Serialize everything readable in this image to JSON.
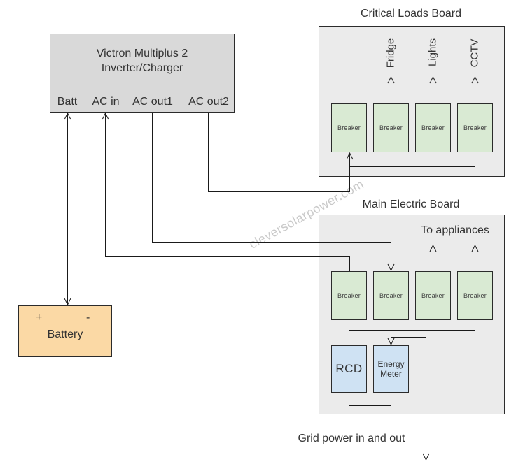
{
  "inverter": {
    "title_line1": "Victron Multiplus 2",
    "title_line2": "Inverter/Charger",
    "terminals": [
      "Batt",
      "AC in",
      "AC out1",
      "AC out2"
    ]
  },
  "battery": {
    "plus": "+",
    "minus": "-",
    "label": "Battery"
  },
  "critical_board": {
    "title": "Critical Loads Board",
    "load_labels": [
      "Fridge",
      "Lights",
      "CCTV"
    ],
    "breakers": [
      "Breaker",
      "Breaker",
      "Breaker",
      "Breaker"
    ]
  },
  "main_board": {
    "title": "Main Electric Board",
    "appliances_label": "To appliances",
    "breakers": [
      "Breaker",
      "Breaker",
      "Breaker",
      "Breaker"
    ],
    "rcd_label": "RCD",
    "energy_meter_label": "Energy Meter"
  },
  "grid_label": "Grid power in and out",
  "watermark": "cleversolarpower.com",
  "colors": {
    "board_fill": "#ebebeb",
    "inverter_fill": "#d9d9d9",
    "breaker_fill": "#d9ead3",
    "device_fill": "#cfe2f3",
    "battery_fill": "#fbd9a5",
    "wire": "#1a1a1a",
    "text": "#333333",
    "watermark": "#c9c9c9"
  }
}
